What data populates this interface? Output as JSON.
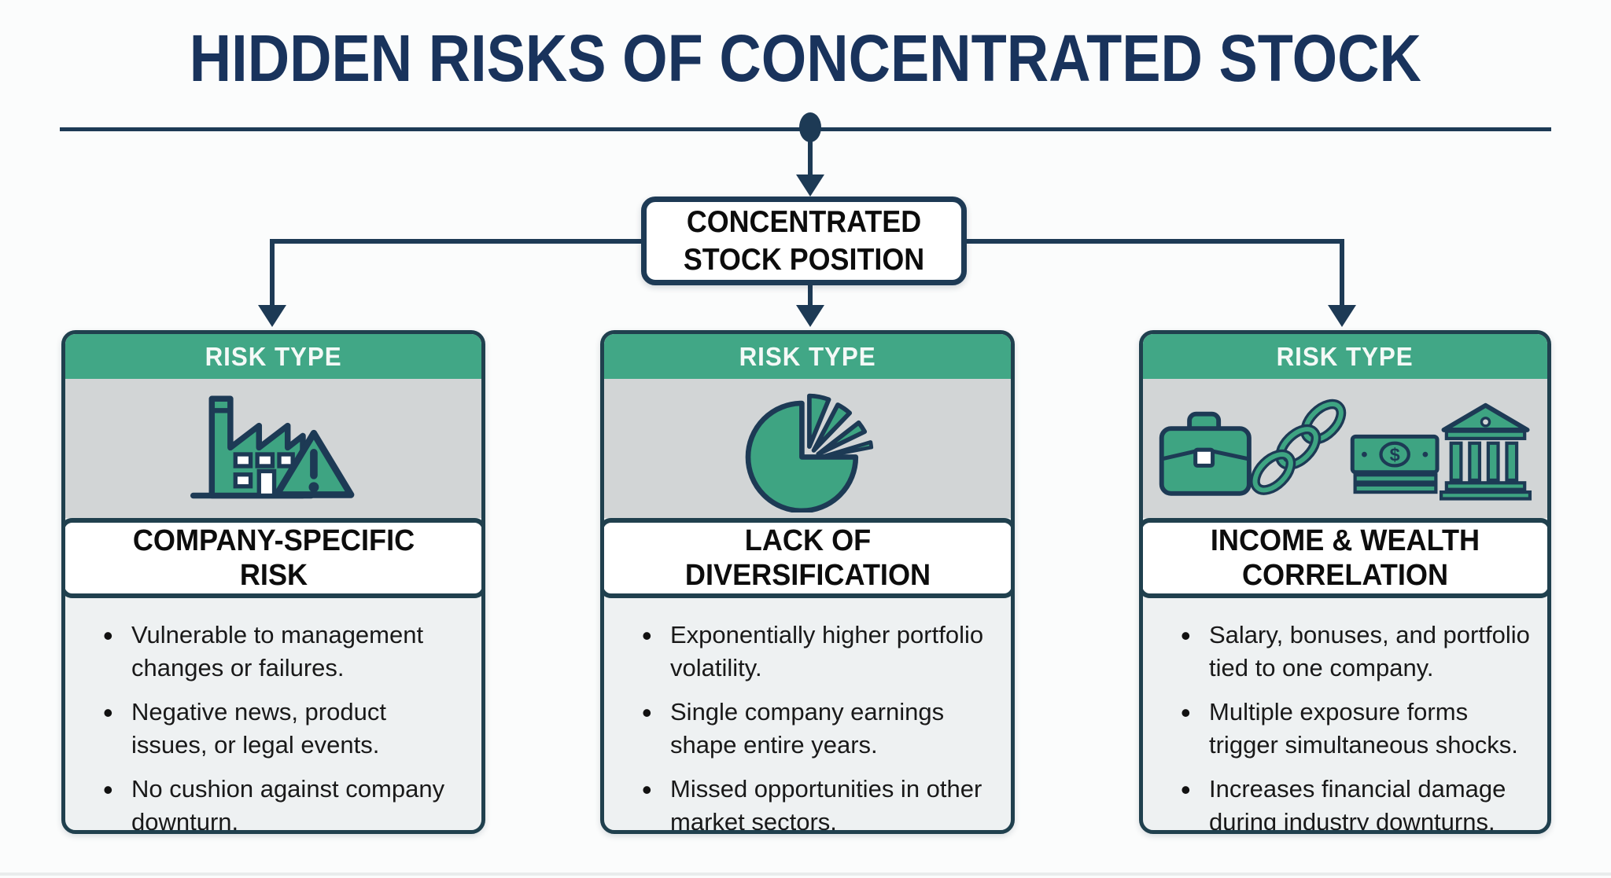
{
  "title": "HIDDEN RISKS OF CONCENTRATED STOCK",
  "root_box": {
    "label": "CONCENTRATED STOCK POSITION"
  },
  "cards": [
    {
      "header": "RISK TYPE",
      "icon": "factory-warning-icon",
      "title": "COMPANY-SPECIFIC RISK",
      "bullets": [
        "Vulnerable to management changes or failures.",
        "Negative news, product issues, or legal events.",
        "No cushion against company downturn."
      ]
    },
    {
      "header": "RISK TYPE",
      "icon": "pie-chart-icon",
      "title": "LACK OF DIVERSIFICATION",
      "bullets": [
        "Exponentially higher portfolio volatility.",
        "Single company earnings shape entire years.",
        "Missed opportunities in other market sectors."
      ]
    },
    {
      "header": "RISK TYPE",
      "icon": "briefcase-chain-cash-bank-icon",
      "title": "INCOME & WEALTH CORRELATION",
      "bullets": [
        "Salary, bonuses, and portfolio tied to one company.",
        "Multiple exposure forms trigger simultaneous shocks.",
        "Increases financial damage during industry downturns."
      ]
    }
  ],
  "colors": {
    "navy": "#1D3A55",
    "title_navy": "#19335C",
    "green": "#3EA482",
    "header_green": "#41A786",
    "icon_area_gray": "#D2D5D6",
    "bullets_bg": "#EEF1F2",
    "card_border": "#20404E",
    "background": "#FBFCFC"
  }
}
